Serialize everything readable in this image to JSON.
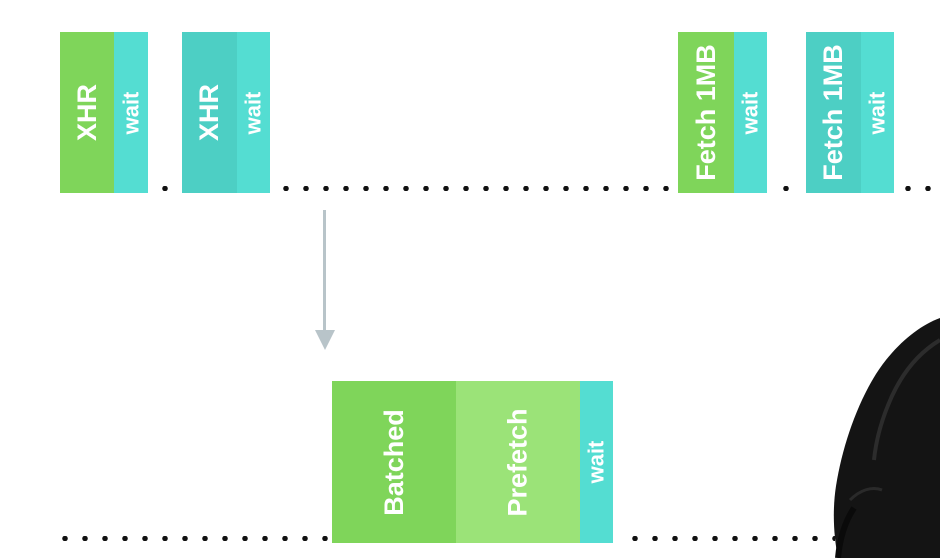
{
  "colors": {
    "xhr_green": "#7fd55a",
    "xhr_teal": "#4dcfc4",
    "wait_teal": "#54ddd2",
    "batched_green": "#7fd55a",
    "prefetch_green": "#9be378",
    "dots": "#111111",
    "arrow": "#b8c4c9",
    "background": "#ffffff"
  },
  "timeline_top": {
    "requests": [
      {
        "label": "XHR",
        "wait_label": "wait"
      },
      {
        "label": "XHR",
        "wait_label": "wait"
      },
      {
        "label": "Fetch 1MB",
        "wait_label": "wait"
      },
      {
        "label": "Fetch 1MB",
        "wait_label": "wait"
      }
    ]
  },
  "timeline_bottom": {
    "batched_label": "Batched",
    "prefetch_label": "Prefetch",
    "wait_label": "wait"
  },
  "images": {
    "presenter": "presenter-photo"
  }
}
